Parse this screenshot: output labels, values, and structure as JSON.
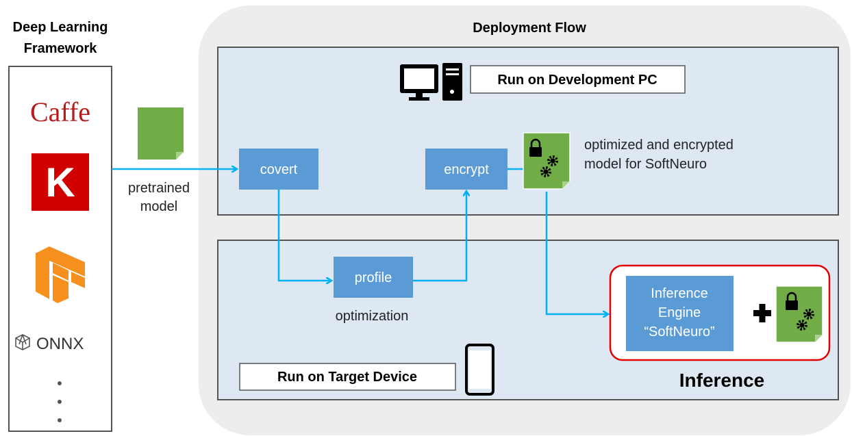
{
  "framework": {
    "title_line1": "Deep Learning",
    "title_line2": "Framework",
    "caffe": "Caffe",
    "keras_letter": "K",
    "onnx": "ONNX"
  },
  "flow": {
    "title": "Deployment Flow",
    "dev_pc_label": "Run on Development PC",
    "target_label": "Run on Target Device",
    "pretrained_line1": "pretrained",
    "pretrained_line2": "model",
    "covert": "covert",
    "encrypt": "encrypt",
    "profile": "profile",
    "optimization": "optimization",
    "encrypted_line1": "optimized and encrypted",
    "encrypted_line2": "model for SoftNeuro",
    "engine_line1": "Inference",
    "engine_line2": "Engine",
    "engine_line3": "“SoftNeuro”",
    "inference": "Inference"
  },
  "colors": {
    "panel": "#dde8f3",
    "process": "#5b9bd5",
    "arrow": "#00b0f0",
    "file": "#70ad47",
    "highlight": "#e00000",
    "caffe": "#b81b1b",
    "keras": "#d00000",
    "tensorflow": "#f5901e"
  }
}
